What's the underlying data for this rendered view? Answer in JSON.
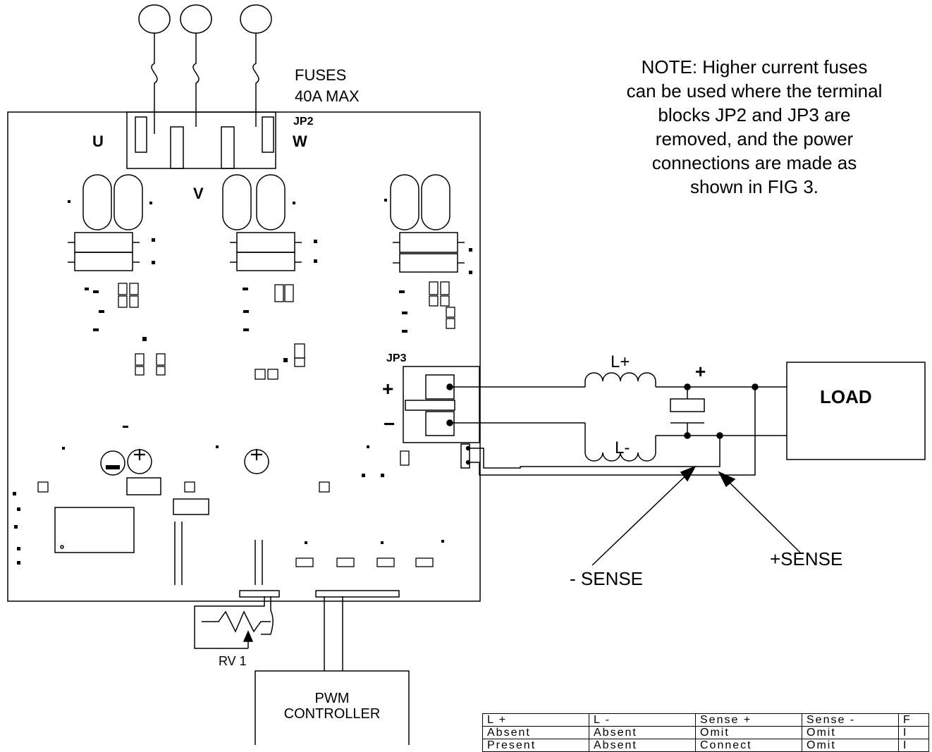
{
  "labels": {
    "fuses_line1": "FUSES",
    "fuses_line2": "40A MAX",
    "jp2": "JP2",
    "jp3": "JP3",
    "u": "U",
    "v": "V",
    "w": "W",
    "plus": "+",
    "minus": "−",
    "l_plus": "L+",
    "l_minus": "L-",
    "cap_plus": "+",
    "load": "LOAD",
    "minus_sense": "- SENSE",
    "plus_sense": "+SENSE",
    "rv1": "RV 1",
    "pwm_line1": "PWM",
    "pwm_line2": "CONTROLLER"
  },
  "note": [
    "NOTE:  Higher current fuses",
    "can be used where the terminal",
    "blocks JP2 and JP3 are",
    "removed, and the power",
    "connections are made as",
    "shown in FIG 3."
  ],
  "table": {
    "header": [
      "L +",
      "L -",
      "Sense +",
      "Sense -",
      "F"
    ],
    "rows": [
      [
        "Absent",
        "Absent",
        "Omit",
        "Omit",
        "I"
      ],
      [
        "Present",
        "Absent",
        "Connect",
        "Omit",
        "I"
      ]
    ]
  }
}
